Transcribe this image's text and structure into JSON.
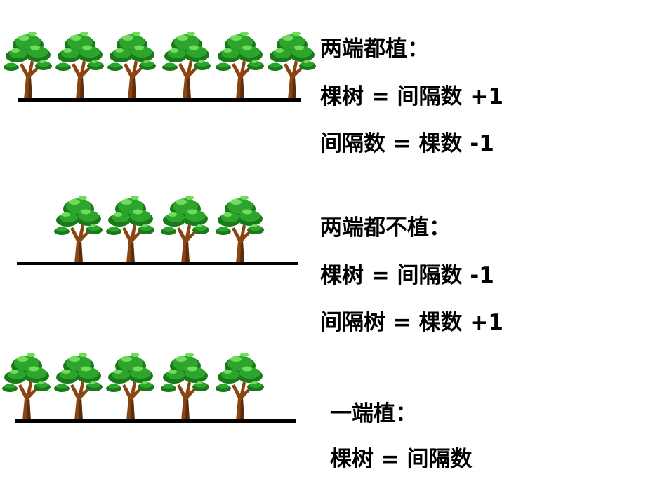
{
  "colors": {
    "foliage_dark": "#1a7a1a",
    "foliage_mid": "#2da52d",
    "foliage_light": "#6fdc5a",
    "trunk": "#8b4513",
    "trunk_shadow": "#5a2d0c",
    "ground": "#000000"
  },
  "icons": {
    "tree": "tree-icon"
  },
  "section_both_ends": {
    "title": "两端都植：",
    "formula_1": "棵树 =  间隔数 +1",
    "formula_2": "间隔数 = 棵数 -1",
    "tree_count": 6
  },
  "section_neither_end": {
    "title": "两端都不植：",
    "formula_1": "棵树 = 间隔数 -1",
    "formula_2": "间隔树 = 棵数 +1",
    "tree_count": 4
  },
  "section_one_end": {
    "title": "一端植：",
    "formula_1": "棵树 = 间隔数",
    "tree_count": 5
  }
}
